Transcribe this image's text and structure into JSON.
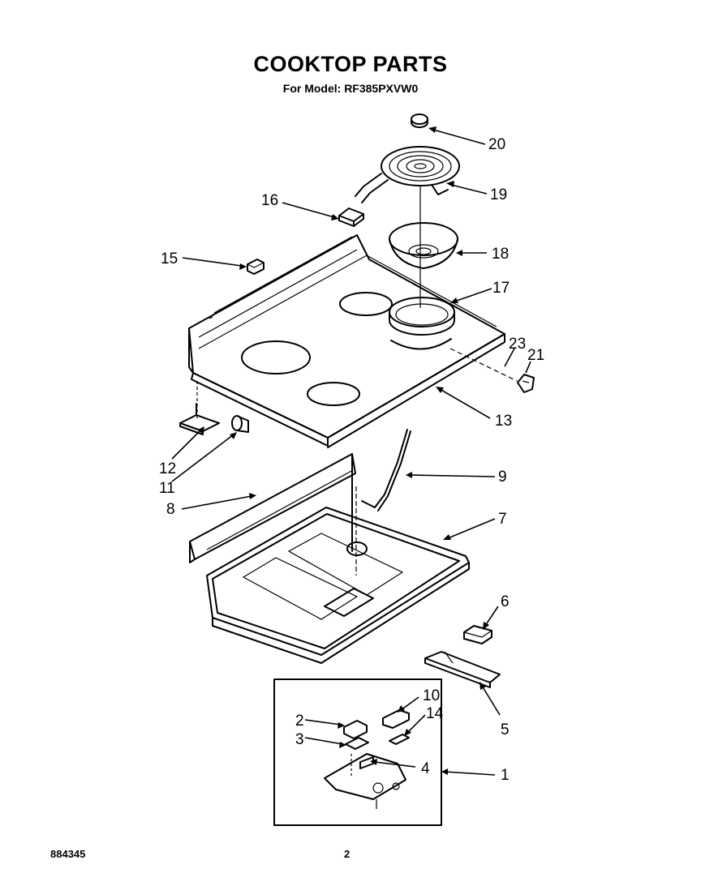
{
  "header": {
    "title": "COOKTOP PARTS",
    "model_line": "For Model: RF385PXVW0"
  },
  "footer": {
    "doc_number": "884345",
    "page_number": "2"
  },
  "callouts": [
    "20",
    "19",
    "16",
    "18",
    "15",
    "17",
    "23",
    "21",
    "13",
    "12",
    "11",
    "9",
    "8",
    "7",
    "6",
    "5",
    "10",
    "2",
    "14",
    "3",
    "4",
    "1"
  ]
}
